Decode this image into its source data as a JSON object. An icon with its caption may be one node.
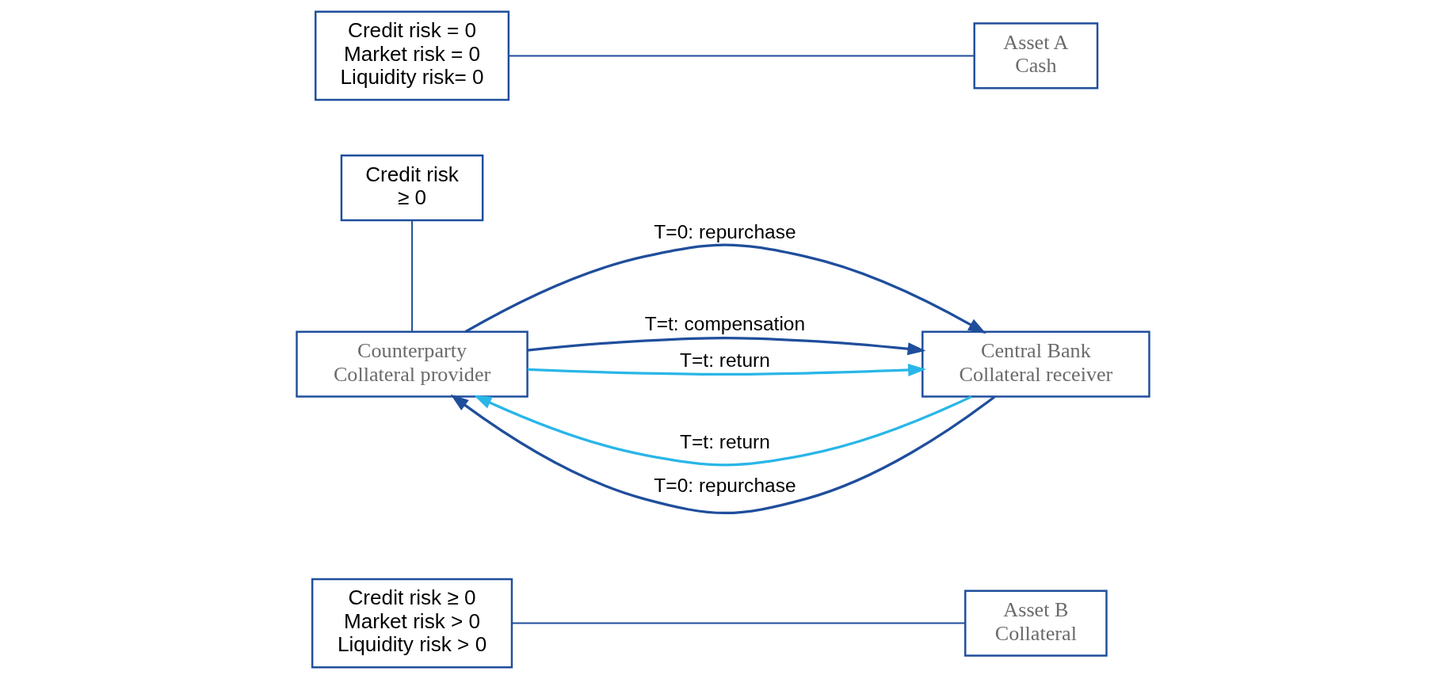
{
  "diagram": {
    "nodes": [
      {
        "text": [
          "Credit risk ≥ 0 Market risk > 0 Liquidity risk > 0"
        ]
      },
      {
        "text": [
          "Asset B",
          "Collateral"
        ]
      },
      {
        "text": [
          "Counterparty",
          "Collateral provider"
        ]
      },
      {
        "text": [
          "Central Bank",
          "Collateral receiver"
        ]
      },
      {
        "text": [
          "Credit risk ≥ 0"
        ]
      },
      {
        "text": [
          "Asset A",
          "Cash"
        ]
      },
      {
        "text": [
          "Credit risk = 0 Market risk = 0 Liquidity risk= 0"
        ]
      }
    ],
    "edges": [
      {
        "from": 2,
        "to": 3,
        "arrow": "to",
        "label": "T=0: repurchase"
      },
      {
        "from": 3,
        "to": 2,
        "arrow": "to",
        "label": "T=t: return",
        "color": "#29b6e8"
      },
      {
        "from": 2,
        "to": 3,
        "arrow": "to",
        "label": "T=t: compensation"
      },
      {
        "from": 2,
        "to": 3,
        "arrow": "to",
        "label": "T=t: return",
        "color": "#29b6e8"
      },
      {
        "from": 3,
        "to": 2,
        "arrow": "to",
        "label": "T=0: repurchase"
      },
      {
        "from": 0,
        "to": 1,
        "arrow": "none"
      },
      {
        "from": 4,
        "to": 2,
        "arrow": "none"
      },
      {
        "from": 6,
        "to": 5,
        "arrow": "none"
      }
    ]
  }
}
